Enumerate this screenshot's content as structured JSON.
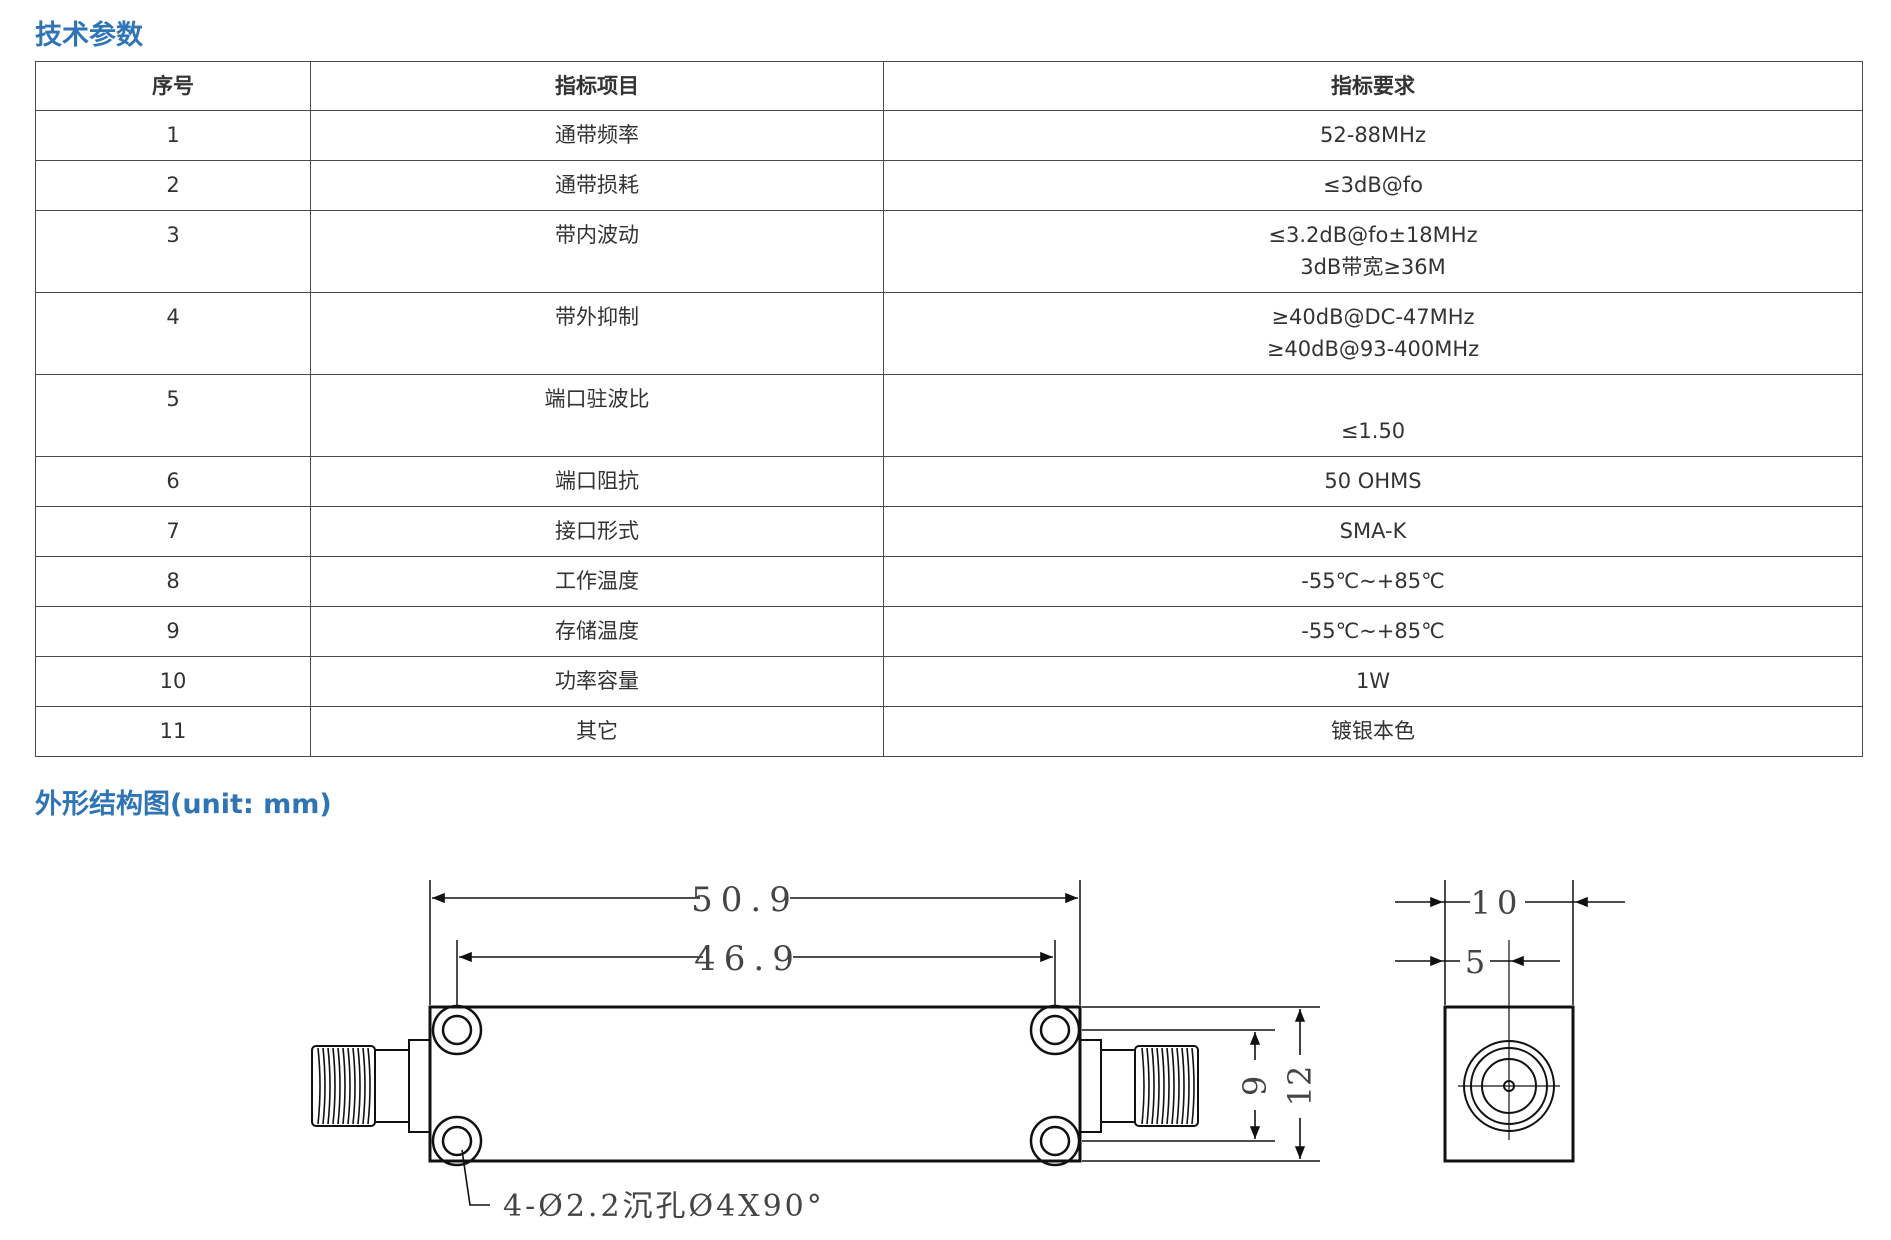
{
  "section1_title": "技术参数",
  "table": {
    "headers": [
      "序号",
      "指标项目",
      "指标要求"
    ],
    "rows": [
      {
        "no": "1",
        "item": "通带频率",
        "value": [
          "52-88MHz"
        ]
      },
      {
        "no": "2",
        "item": "通带损耗",
        "value": [
          "≤3dB@fo"
        ]
      },
      {
        "no": "3",
        "item": "带内波动",
        "value": [
          "≤3.2dB@fo±18MHz",
          "3dB带宽≥36M"
        ]
      },
      {
        "no": "4",
        "item": "带外抑制",
        "value": [
          "≥40dB@DC-47MHz",
          "≥40dB@93-400MHz"
        ]
      },
      {
        "no": "5",
        "item": "端口驻波比",
        "value": [
          "",
          "≤1.50"
        ]
      },
      {
        "no": "6",
        "item": "端口阻抗",
        "value": [
          "50 OHMS"
        ]
      },
      {
        "no": "7",
        "item": "接口形式",
        "value": [
          "SMA-K"
        ]
      },
      {
        "no": "8",
        "item": "工作温度",
        "value": [
          "-55℃~+85℃"
        ]
      },
      {
        "no": "9",
        "item": "存储温度",
        "value": [
          "-55℃~+85℃"
        ]
      },
      {
        "no": "10",
        "item": "功率容量",
        "value": [
          "1W"
        ]
      },
      {
        "no": "11",
        "item": "其它",
        "value": [
          "镀银本色"
        ]
      }
    ]
  },
  "section2_title": "外形结构图(unit: mm)",
  "drawing": {
    "overall_length": "50.9",
    "hole_spacing": "46.9",
    "height_outer": "12",
    "height_inner": "9",
    "side_width": "10",
    "side_half": "5",
    "hole_note": "4-Ø2.2沉孔Ø4X90°"
  }
}
